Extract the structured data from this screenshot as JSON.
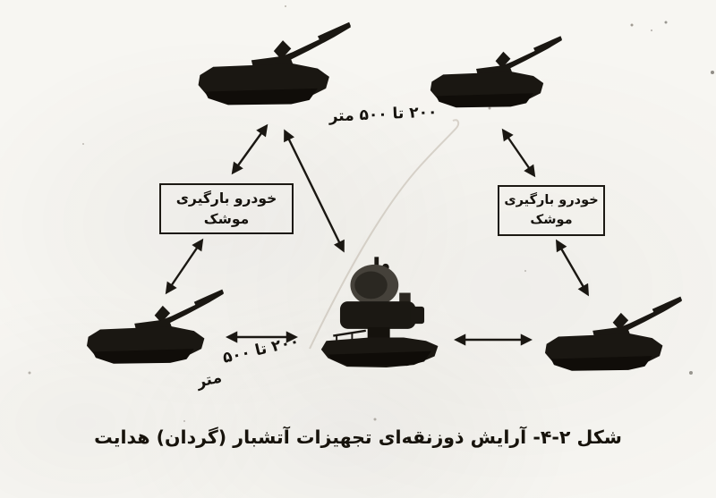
{
  "page": {
    "kind": "scanned-book-figure",
    "background_color": "#f7f6f2",
    "ink_color": "#17130c"
  },
  "caption": {
    "text": "شکل ۲-۴- آرایش ذوزنقه‌ای تجهیزات آتشبار (گردان) هدایت"
  },
  "distance_labels": {
    "top": "۲۰۰ تا ۵۰۰ متر",
    "bottom_line1": "۲۰۰ تا ۵۰۰",
    "bottom_line2": "متر"
  },
  "loader_boxes": {
    "left": {
      "line1": "خودرو بارگیری",
      "line2": "موشک"
    },
    "right": {
      "line1": "خودرو بارگیری",
      "line2": "موشک"
    }
  },
  "vehicles": {
    "top_left": "missile-launcher-vehicle",
    "top_right": "missile-launcher-vehicle",
    "bottom_left": "missile-launcher-vehicle",
    "bottom_right": "missile-launcher-vehicle",
    "center": "radar-guidance-vehicle"
  },
  "arrows": [
    "top-left-launcher to left-loader-box",
    "left-loader-box to bottom-left-launcher",
    "top-left-launcher to radar-vehicle",
    "top-right-launcher to right-loader-box",
    "right-loader-box to bottom-right-launcher",
    "bottom-left-launcher to radar-vehicle",
    "radar-vehicle to bottom-right-launcher"
  ]
}
